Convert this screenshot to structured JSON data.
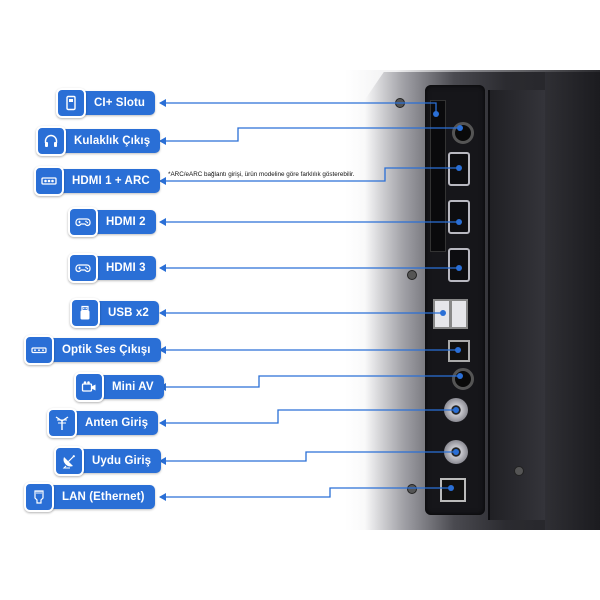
{
  "labels": [
    {
      "id": "ci-slot",
      "text": "CI+ Slotu",
      "icon": "smart-card-icon"
    },
    {
      "id": "headphone",
      "text": "Kulaklık Çıkış",
      "icon": "headphones-icon"
    },
    {
      "id": "hdmi1",
      "text": "HDMI 1 + ARC",
      "icon": "soundbar-icon"
    },
    {
      "id": "hdmi2",
      "text": "HDMI 2",
      "icon": "gamepad-icon"
    },
    {
      "id": "hdmi3",
      "text": "HDMI 3",
      "icon": "gamepad-icon"
    },
    {
      "id": "usb",
      "text": "USB x2",
      "icon": "usb-stick-icon"
    },
    {
      "id": "optical",
      "text": "Optik Ses Çıkışı",
      "icon": "optical-soundbar-icon"
    },
    {
      "id": "mini-av",
      "text": "Mini AV",
      "icon": "camcorder-icon"
    },
    {
      "id": "antenna",
      "text": "Anten Giriş",
      "icon": "antenna-icon"
    },
    {
      "id": "satellite",
      "text": "Uydu Giriş",
      "icon": "satellite-dish-icon"
    },
    {
      "id": "lan",
      "text": "LAN (Ethernet)",
      "icon": "ethernet-icon"
    }
  ],
  "note": "*ARC/eARC bağlantı girişi, ürün modeline göre farklılık gösterebilir.",
  "colors": {
    "accent": "#2a6fd6",
    "connector": "#2a6fd6",
    "tv_dark": "#1b1b1f"
  }
}
